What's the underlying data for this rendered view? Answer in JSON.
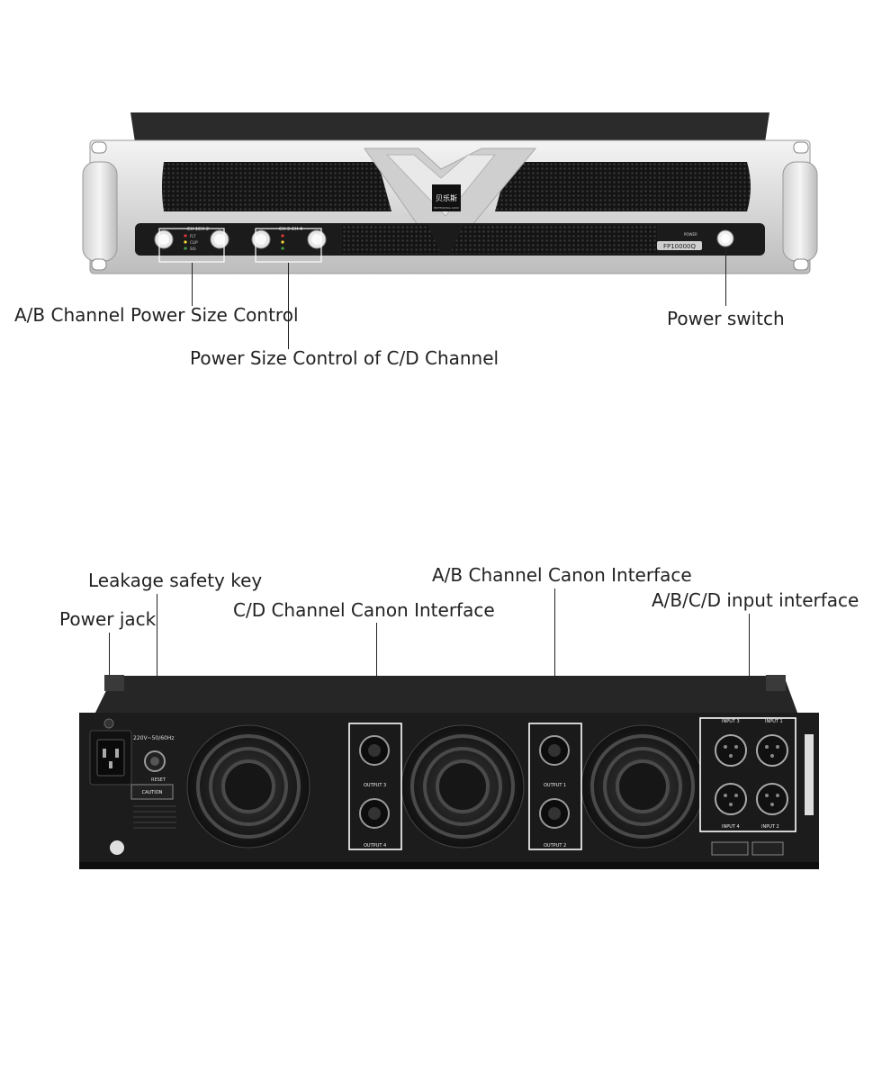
{
  "front": {
    "brand_logo": "贝乐斯",
    "brand_sub": "PROFESSIONAL AUDIO",
    "model": "FP10000Q",
    "power_label": "POWER",
    "ch_labels": [
      "CH 1",
      "CH 2",
      "CH 3",
      "CH 4"
    ],
    "led_labels": [
      "FLT",
      "CLIP",
      "SIG"
    ],
    "callouts": {
      "ab_control": "A/B Channel Power Size Control",
      "cd_control": "Power Size Control of C/D Channel",
      "power_switch": "Power switch"
    }
  },
  "rear": {
    "voltage": "220V~50/60Hz",
    "reset": "RESET",
    "caution_title": "CAUTION",
    "outputs": [
      "OUTPUT 3",
      "OUTPUT 4",
      "OUTPUT 1",
      "OUTPUT 2"
    ],
    "inputs": [
      "INPUT 3",
      "INPUT 1",
      "INPUT 4",
      "INPUT 2"
    ],
    "callouts": {
      "leakage_key": "Leakage safety key",
      "power_jack": "Power jack",
      "cd_canon": "C/D Channel Canon Interface",
      "ab_canon": "A/B Channel Canon Interface",
      "input_interface": "A/B/C/D input interface"
    }
  }
}
